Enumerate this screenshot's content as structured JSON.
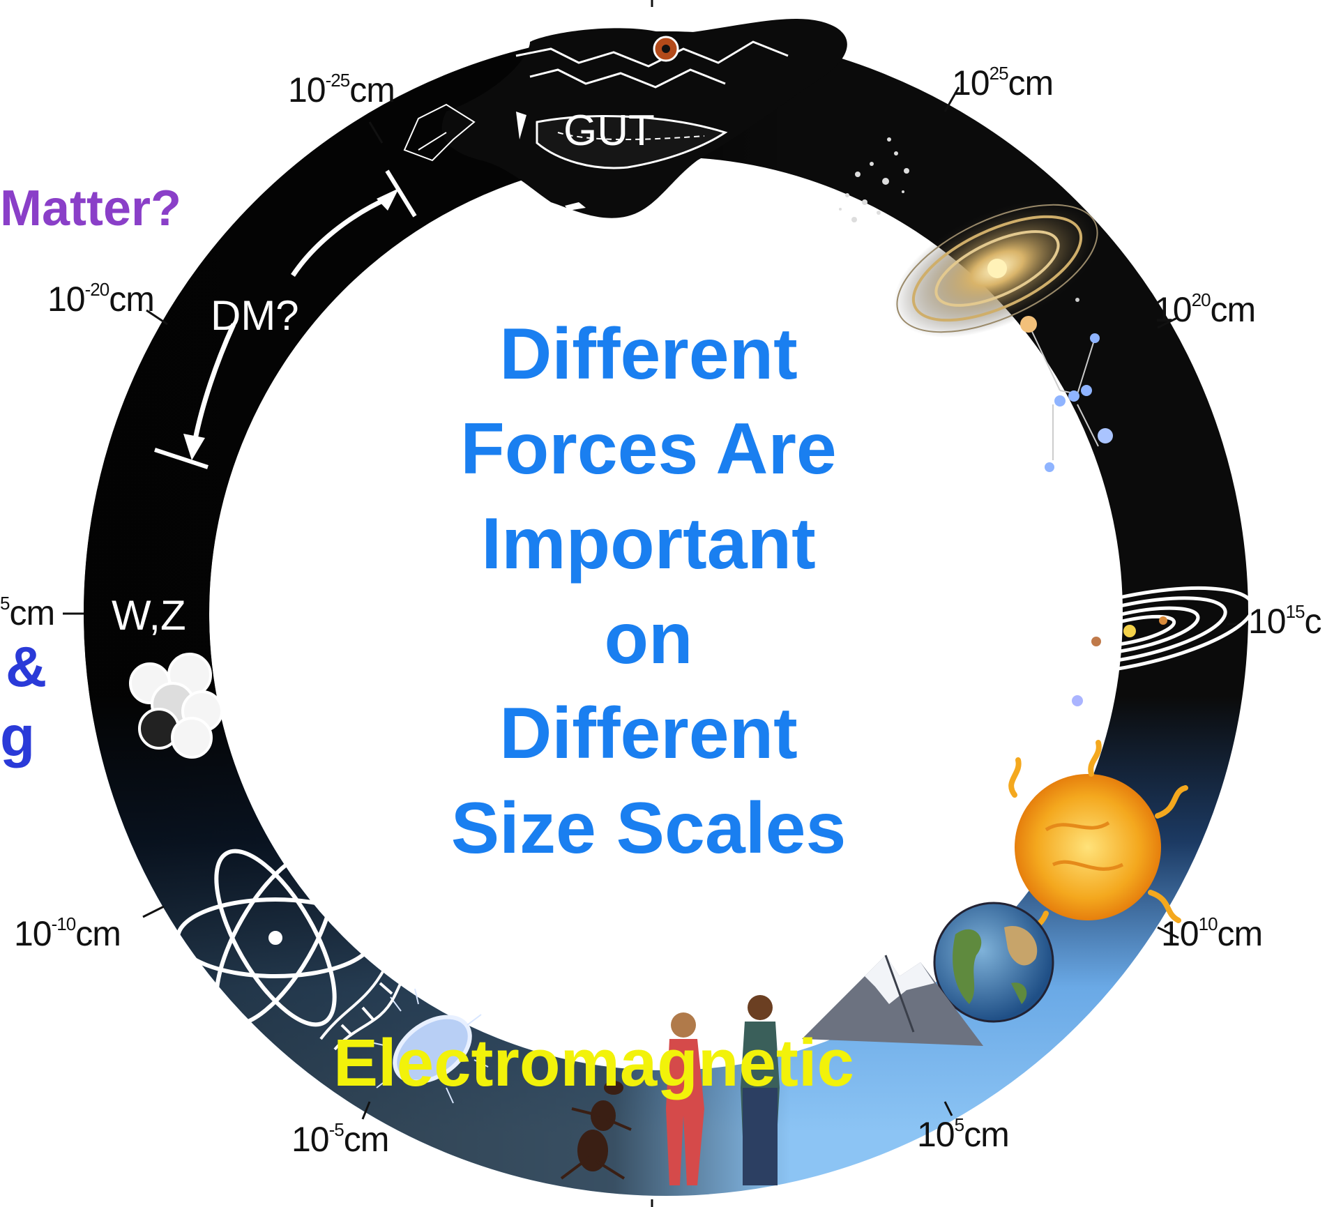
{
  "scale_labels": {
    "s_m25": {
      "base": "10",
      "exp": "-25",
      "unit": "cm"
    },
    "s_p25": {
      "base": "10",
      "exp": "25",
      "unit": "cm"
    },
    "s_m20": {
      "base": "10",
      "exp": "-20",
      "unit": "cm"
    },
    "s_p20": {
      "base": "10",
      "exp": "20",
      "unit": "cm"
    },
    "s_m15": {
      "base": "",
      "exp": "5",
      "unit": "cm"
    },
    "s_p15": {
      "base": "10",
      "exp": "15",
      "unit": "c"
    },
    "s_m10": {
      "base": "10",
      "exp": "-10",
      "unit": "cm"
    },
    "s_p10": {
      "base": "10",
      "exp": "10",
      "unit": "cm"
    },
    "s_m5": {
      "base": "10",
      "exp": "-5",
      "unit": "cm"
    },
    "s_p5": {
      "base": "10",
      "exp": "5",
      "unit": "cm"
    }
  },
  "side_text": {
    "dark_matter": "Matter?",
    "ampersand": "&",
    "g_fragment": "g"
  },
  "ring_labels": {
    "gut": "GUT",
    "dm": "DM?",
    "wz": "W,Z"
  },
  "center_text": {
    "lines": [
      "Different",
      "Forces Are",
      "Important",
      "on",
      "Different",
      "Size Scales"
    ]
  },
  "force_label": "Electromagnetic",
  "colors": {
    "center_text": "#1a7ff0",
    "dark_matter": "#8a3fc8",
    "left_fragment": "#2a3ad8",
    "electromagnetic": "#f2f20a",
    "ring_dark": "#0b0b0b",
    "ring_light": "#7fb8ee"
  },
  "icons": [
    "snake-head-icon",
    "galaxy-cluster-icon",
    "spiral-galaxy-icon",
    "constellation-icon",
    "solar-system-icon",
    "sun-icon",
    "earth-icon",
    "mountain-icon",
    "people-icon",
    "ant-icon",
    "bacterium-icon",
    "dna-icon",
    "atom-icon",
    "nucleus-icon"
  ]
}
